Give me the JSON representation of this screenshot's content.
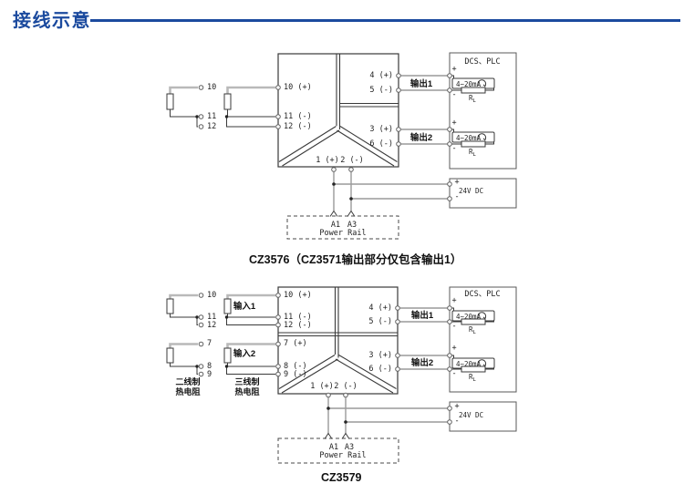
{
  "colors": {
    "accent_blue": "#1b4a9e",
    "thick_wire_gray": "#b9b9b9",
    "line_dark": "#3a3a3a"
  },
  "header": {
    "title": "接线示意"
  },
  "d1": {
    "caption": "CZ3576（CZ3571输出部分仅包含输出1）",
    "rtd_terminals": [
      "10",
      "11",
      "12"
    ],
    "block_left_terminals": [
      "10 (+)",
      "11 (-)",
      "12 (-)"
    ],
    "block_right_terminals": [
      "4 (+)",
      "5 (-)",
      "3 (+)",
      "6 (-)"
    ],
    "block_bottom_terminals": [
      "1 (+)",
      "2 (-)"
    ],
    "output1_label": "输出1",
    "output2_label": "输出2",
    "dcs": {
      "title": "DCS、PLC",
      "plus": "+",
      "minus": "-",
      "meter": "4~20mA",
      "load_r": "R",
      "load_r_sub": "L"
    },
    "psu": {
      "plus": "+",
      "label": "24V DC",
      "minus": "-"
    },
    "rail": {
      "a1": "A1",
      "a3": "A3",
      "label": "Power Rail"
    }
  },
  "d2": {
    "caption": "CZ3579",
    "input1_label": "输入1",
    "input2_label": "输入2",
    "rtd1_terminals": [
      "10",
      "11",
      "12"
    ],
    "rtd2_terminals": [
      "7",
      "8",
      "9"
    ],
    "two_wire_rtd_label": [
      "二线制",
      "热电阻"
    ],
    "three_wire_rtd_label": [
      "三线制",
      "热电阻"
    ],
    "block_left_terminals": [
      "10 (+)",
      "11 (-)",
      "12 (-)",
      "7 (+)",
      "8 (-)",
      "9 (-)"
    ],
    "block_right_terminals": [
      "4 (+)",
      "5 (-)",
      "3 (+)",
      "6 (-)"
    ],
    "block_bottom_terminals": [
      "1 (+)",
      "2 (-)"
    ],
    "output1_label": "输出1",
    "output2_label": "输出2",
    "dcs": {
      "title": "DCS、PLC",
      "plus": "+",
      "minus": "-",
      "meter": "4~20mA",
      "load_r": "R",
      "load_r_sub": "L"
    },
    "psu": {
      "plus": "+",
      "label": "24V DC",
      "minus": "-"
    },
    "rail": {
      "a1": "A1",
      "a3": "A3",
      "label": "Power Rail"
    }
  }
}
